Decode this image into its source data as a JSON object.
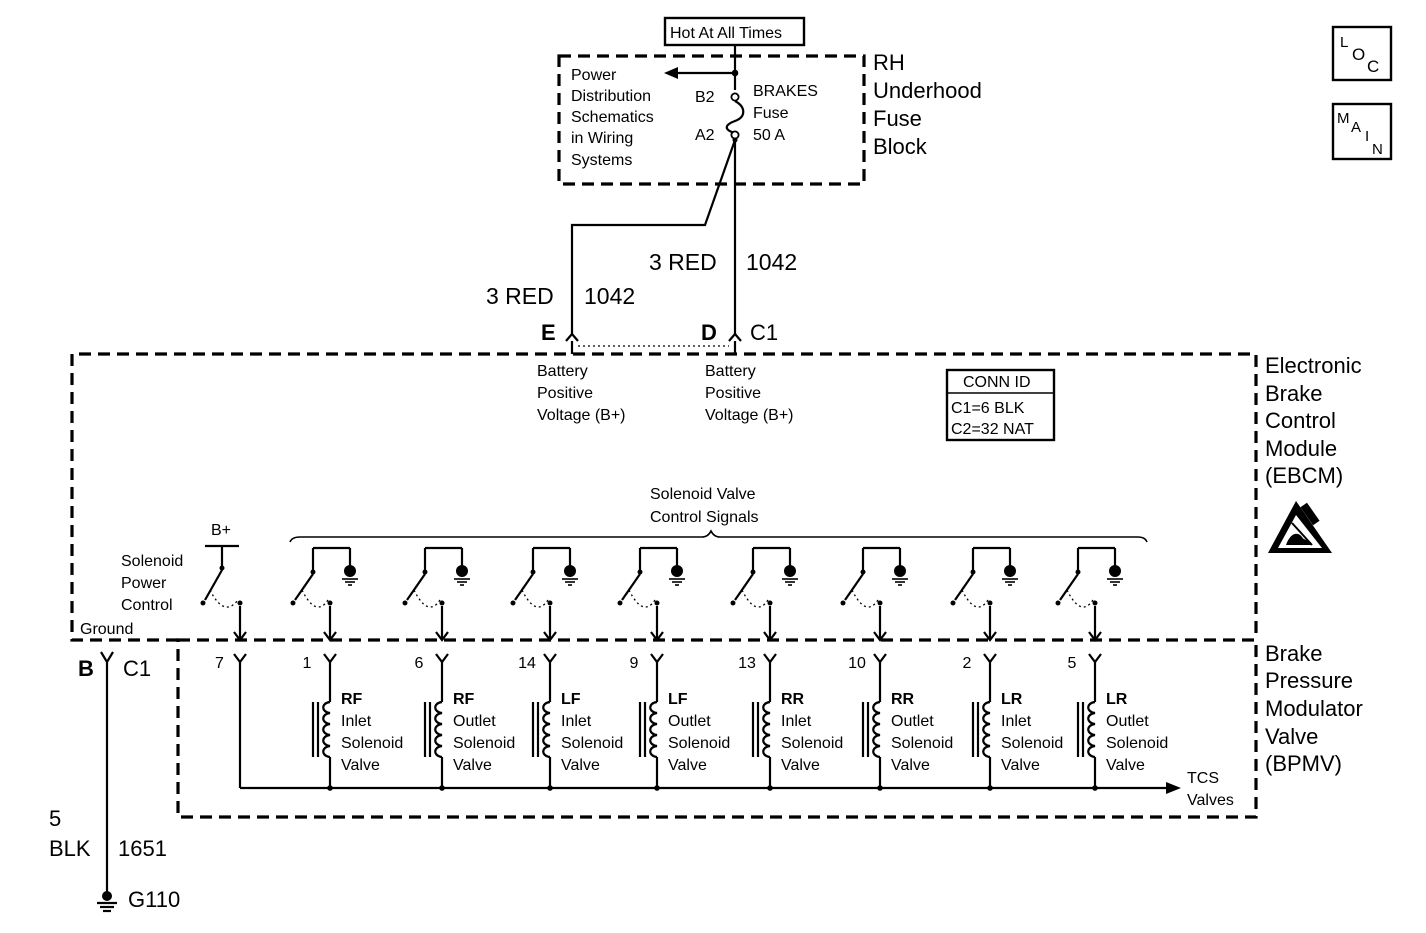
{
  "hot_label": "Hot At All Times",
  "nav": {
    "loc": {
      "l1": "L",
      "l2": "O",
      "l3": "C"
    },
    "main": {
      "l1": "M",
      "l2": "A",
      "l3": "I",
      "l4": "N"
    }
  },
  "fuse_block": {
    "name": [
      "RH",
      "Underhood",
      "Fuse",
      "Block"
    ],
    "ref_text": [
      "Power",
      "Distribution",
      "Schematics",
      "in Wiring",
      "Systems"
    ],
    "terminal_top": "B2",
    "terminal_bottom": "A2",
    "fuse_text": [
      "BRAKES",
      "Fuse",
      "50 A"
    ]
  },
  "wires": {
    "wire_d": {
      "size_color": "3 RED",
      "circuit": "1042"
    },
    "wire_e": {
      "size_color": "3 RED",
      "circuit": "1042"
    },
    "ground": {
      "size": "5",
      "color": "BLK",
      "circuit": "1651",
      "ground_id": "G110"
    }
  },
  "connector_labels": {
    "pin_e": "E",
    "pin_d": "D",
    "c1": "C1",
    "pin_b": "B",
    "c1_ground": "C1"
  },
  "ebcm": {
    "name": [
      "Electronic",
      "Brake",
      "Control",
      "Module",
      "(EBCM)"
    ],
    "input_e": [
      "Battery",
      "Positive",
      "Voltage (B+)"
    ],
    "input_d": [
      "Battery",
      "Positive",
      "Voltage (B+)"
    ],
    "conn_id": {
      "title": "CONN ID",
      "rows": [
        "C1=6 BLK",
        "C2=32 NAT"
      ]
    },
    "solenoid_signals": [
      "Solenoid Valve",
      "Control Signals"
    ],
    "power_control": [
      "Solenoid",
      "Power",
      "Control"
    ],
    "bplus": "B+",
    "ground_label": "Ground"
  },
  "bpmv": {
    "name": [
      "Brake",
      "Pressure",
      "Modulator",
      "Valve",
      "(BPMV)"
    ],
    "power_pin": "7",
    "valves": [
      {
        "pin": "1",
        "lines": [
          "RF",
          "Inlet",
          "Solenoid",
          "Valve"
        ]
      },
      {
        "pin": "6",
        "lines": [
          "RF",
          "Outlet",
          "Solenoid",
          "Valve"
        ]
      },
      {
        "pin": "14",
        "lines": [
          "LF",
          "Inlet",
          "Solenoid",
          "Valve"
        ]
      },
      {
        "pin": "9",
        "lines": [
          "LF",
          "Outlet",
          "Solenoid",
          "Valve"
        ]
      },
      {
        "pin": "13",
        "lines": [
          "RR",
          "Inlet",
          "Solenoid",
          "Valve"
        ]
      },
      {
        "pin": "10",
        "lines": [
          "RR",
          "Outlet",
          "Solenoid",
          "Valve"
        ]
      },
      {
        "pin": "2",
        "lines": [
          "LR",
          "Inlet",
          "Solenoid",
          "Valve"
        ]
      },
      {
        "pin": "5",
        "lines": [
          "LR",
          "Outlet",
          "Solenoid",
          "Valve"
        ]
      }
    ],
    "tcs_label": [
      "TCS",
      "Valves"
    ]
  },
  "icons": {
    "esd": "esd-warning-icon",
    "ground": "ground-symbol-icon"
  }
}
